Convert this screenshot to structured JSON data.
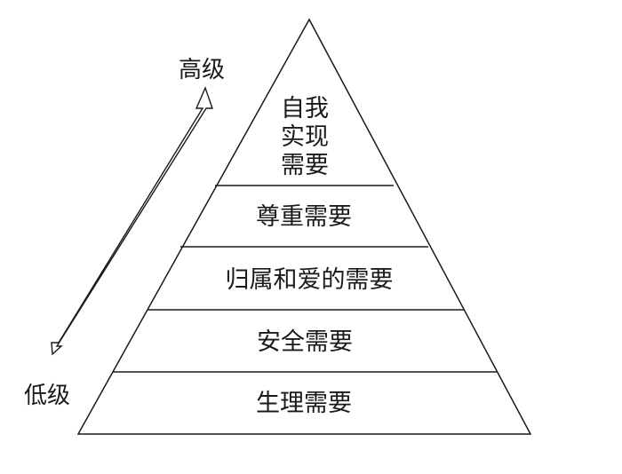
{
  "diagram": {
    "axis": {
      "high_label": "高级",
      "low_label": "低级"
    },
    "levels": [
      {
        "lines": [
          "自我",
          "实现",
          "需要"
        ]
      },
      {
        "lines": [
          "尊重需要"
        ]
      },
      {
        "lines": [
          "归属和爱的需要"
        ]
      },
      {
        "lines": [
          "安全需要"
        ]
      },
      {
        "lines": [
          "生理需要"
        ]
      }
    ],
    "colors": {
      "line": "#1a1a1a",
      "text": "#1a1a1a",
      "background": "#ffffff"
    }
  }
}
